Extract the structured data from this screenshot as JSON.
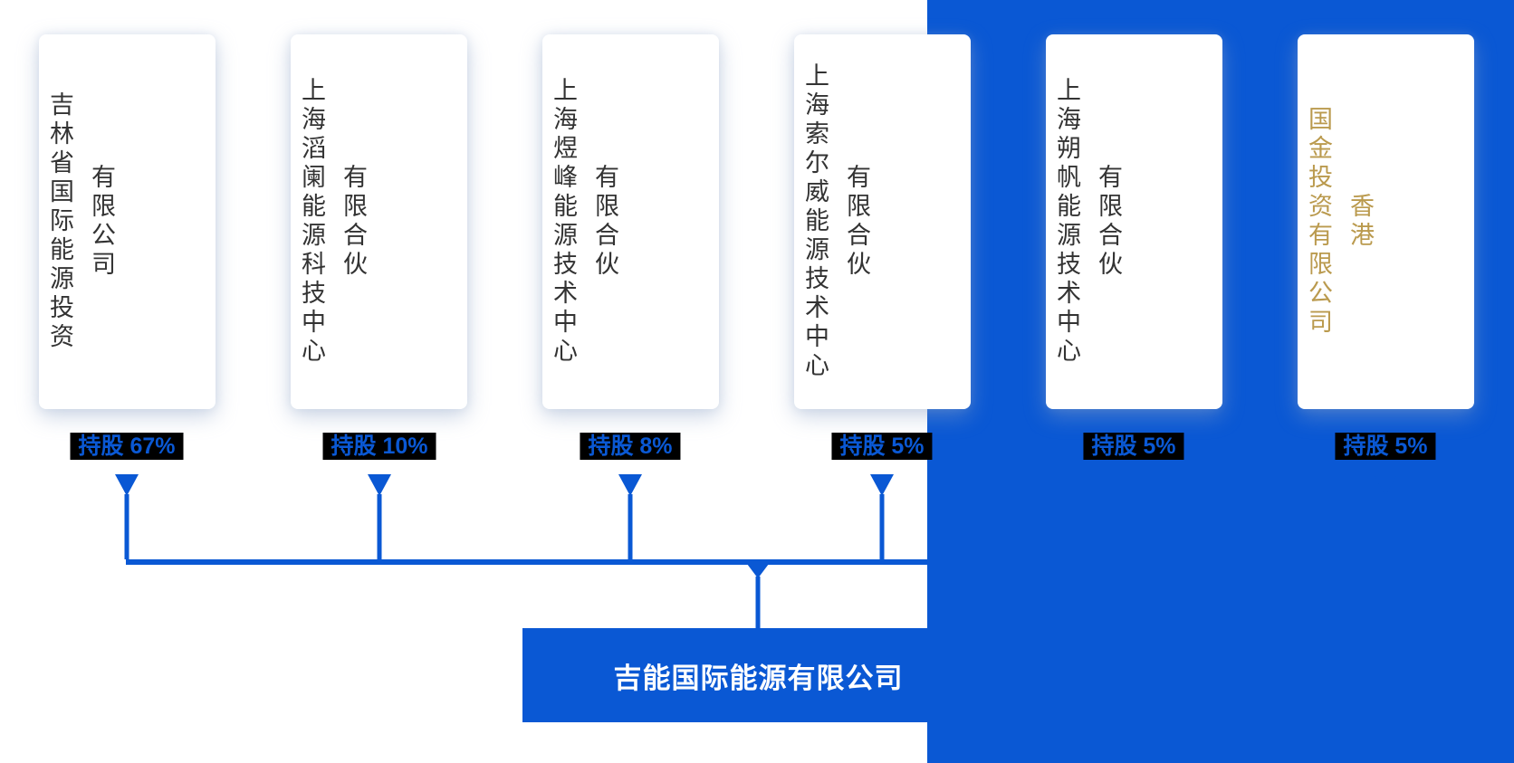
{
  "colors": {
    "accent_blue": "#0A58D4",
    "gold_text": "#BA9A4E",
    "badge_background": "#000000",
    "card_text": "#333333",
    "page_background": "#FFFFFF"
  },
  "shareholders": [
    {
      "name": "吉林省国际能源投资",
      "suffix": "有限公司",
      "stake": "持股 67%"
    },
    {
      "name": "上海滔阑能源科技中心",
      "suffix": "有限合伙",
      "stake": "持股 10%"
    },
    {
      "name": "上海煜峰能源技术中心",
      "suffix": "有限合伙",
      "stake": "持股 8%"
    },
    {
      "name": "上海索尔威能源技术中心",
      "suffix": "有限合伙",
      "stake": "持股 5%"
    },
    {
      "name": "上海朔帆能源技术中心",
      "suffix": "有限合伙",
      "stake": "持股 5%"
    },
    {
      "name": "国金投资有限公司",
      "suffix": "香港",
      "stake": "持股 5%"
    }
  ],
  "company": {
    "name": "吉能国际能源有限公司"
  }
}
